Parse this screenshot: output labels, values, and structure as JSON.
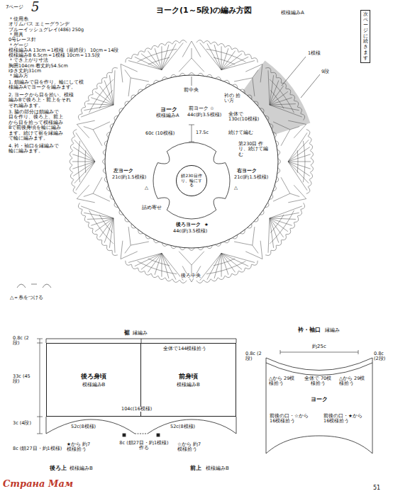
{
  "diagram": {
    "title": "ヨーク(1～5段)の編み方図",
    "nodes": [
      {
        "text": [
          "次ページに続きます"
        ]
      },
      {
        "text": [
          "後ろ身頃",
          "模様編みB"
        ]
      },
      {
        "text": [
          "前身頃",
          "模様編みB"
        ]
      },
      {
        "text": [
          "ヨーク"
        ]
      },
      {
        "text": [
          "鎖230目作り、輪にする"
        ]
      }
    ],
    "labels": [
      "7ページ",
      "5",
      "＊使用糸",
      "オリムパス エミーグランデ",
      "ブルーイッシュグレイ(486) 250g",
      "＊用具",
      "0号レース針",
      "＊ゲージ",
      "模様編みA 13cm＝1模様（最終段） 10cm＝14段",
      "模様編みB 6.5cm＝1模様 10cm＝13.5段",
      "＊でき上がり寸法",
      "胸囲104cm 着丈約54.5cm",
      "ゆき丈約31cm",
      "＊編み方",
      "1. 鎖編みで目を作り、輪にして模様編みAでヨークを編みます。",
      "2. ヨークから目を拾い、模様編みBで後ろ上・前上をそれぞれ編みます。",
      "3. 脇の部分は鎖編みで目を作り、後ろ上、前上から目を拾って模様編みBで前後身頃を輪に編みます。続けて裾を縁編みで輪に編みます。",
      "4. 衿・袖口を縁編みで輪に編みます。",
      "模様編みA",
      "1模様",
      "9段",
      "前中央",
      "ヨーク",
      "模様編みA",
      "前ヨーク ☆",
      "44c(約3.5模様)",
      "全体で 130c(10模様)",
      "衿の 拾い方",
      "17.5c",
      "60c (10模様)",
      "続けて編む",
      "第230目 作り、続けて編む",
      "左ヨーク",
      "21c(約1.5模様)",
      "右ヨーク",
      "21c(約1.5模様)",
      "△",
      "△",
      "詰め寄せ",
      "後ろヨーク",
      "44c(約3.5模様)",
      "★",
      "後ろ中央",
      "△＝糸をつける",
      "裾",
      "縁編み",
      "全体で144模様拾う",
      "0.8c (2段)",
      "33c (45段)",
      "3c (4段)",
      "104c(16模様)",
      "52c(8模様)",
      "52c(8模様)",
      "8c (鎖27目・約1模様)",
      "★から 約7模様拾う",
      "後ろ上",
      "模様編みB",
      "8c (鎖27目・約1模様) 作る",
      "☆から 約7模様拾う",
      "前上",
      "模様編みB",
      "衿・袖口",
      "縁編み",
      "約25c",
      "0.8c (2段)",
      "0.8c (2段)",
      "全体で 70模様拾う",
      "△から 29模様拾う",
      "△から 29模様拾う",
      "前後の口・☆から 16模様拾う",
      "前後の口・★から 16模様拾う",
      "51",
      "Страна Мам"
    ]
  }
}
